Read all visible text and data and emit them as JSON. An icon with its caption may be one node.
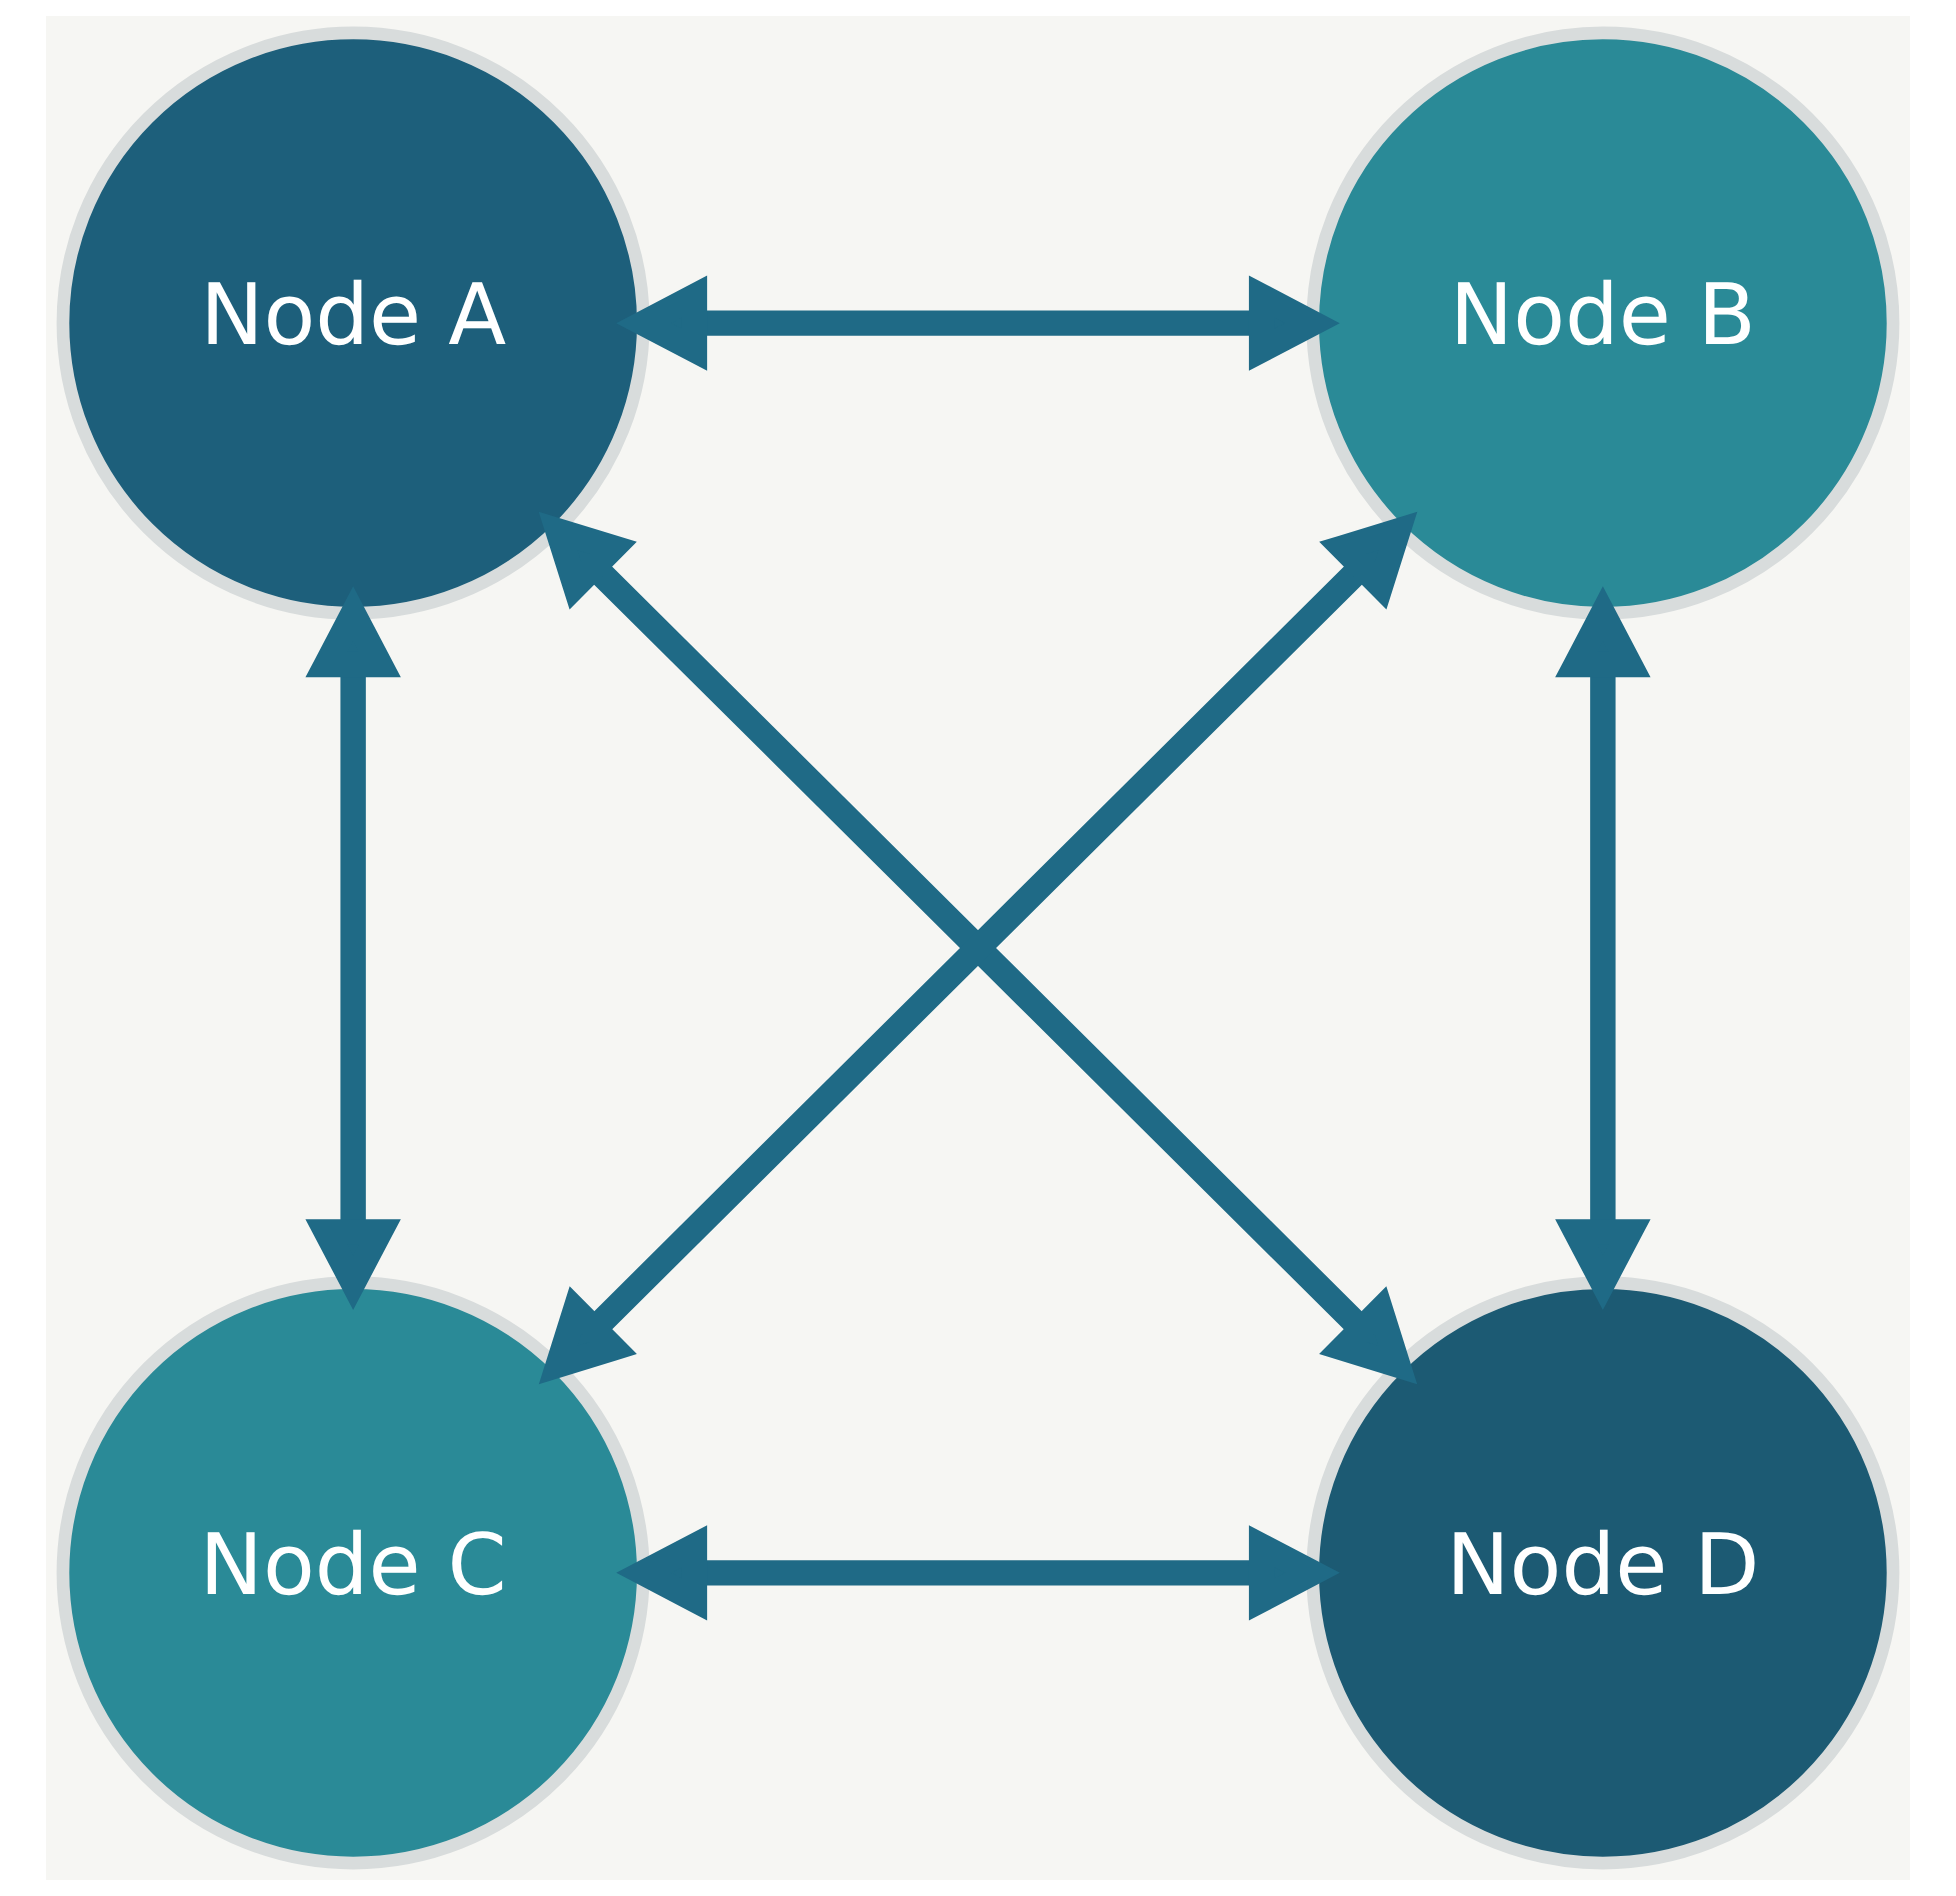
{
  "diagram": {
    "nodes": [
      {
        "text": [
          "Node A"
        ]
      },
      {
        "text": [
          "Node B"
        ]
      },
      {
        "text": [
          "Node C"
        ]
      },
      {
        "text": [
          "Node D"
        ]
      }
    ],
    "edges": [
      {
        "from": 0,
        "to": 1,
        "arrow": "both"
      },
      {
        "from": 0,
        "to": 2,
        "arrow": "both"
      },
      {
        "from": 1,
        "to": 3,
        "arrow": "both"
      },
      {
        "from": 0,
        "to": 3,
        "arrow": "both"
      },
      {
        "from": 1,
        "to": 2,
        "arrow": "both"
      },
      {
        "from": 2,
        "to": 3,
        "arrow": "both"
      }
    ]
  }
}
